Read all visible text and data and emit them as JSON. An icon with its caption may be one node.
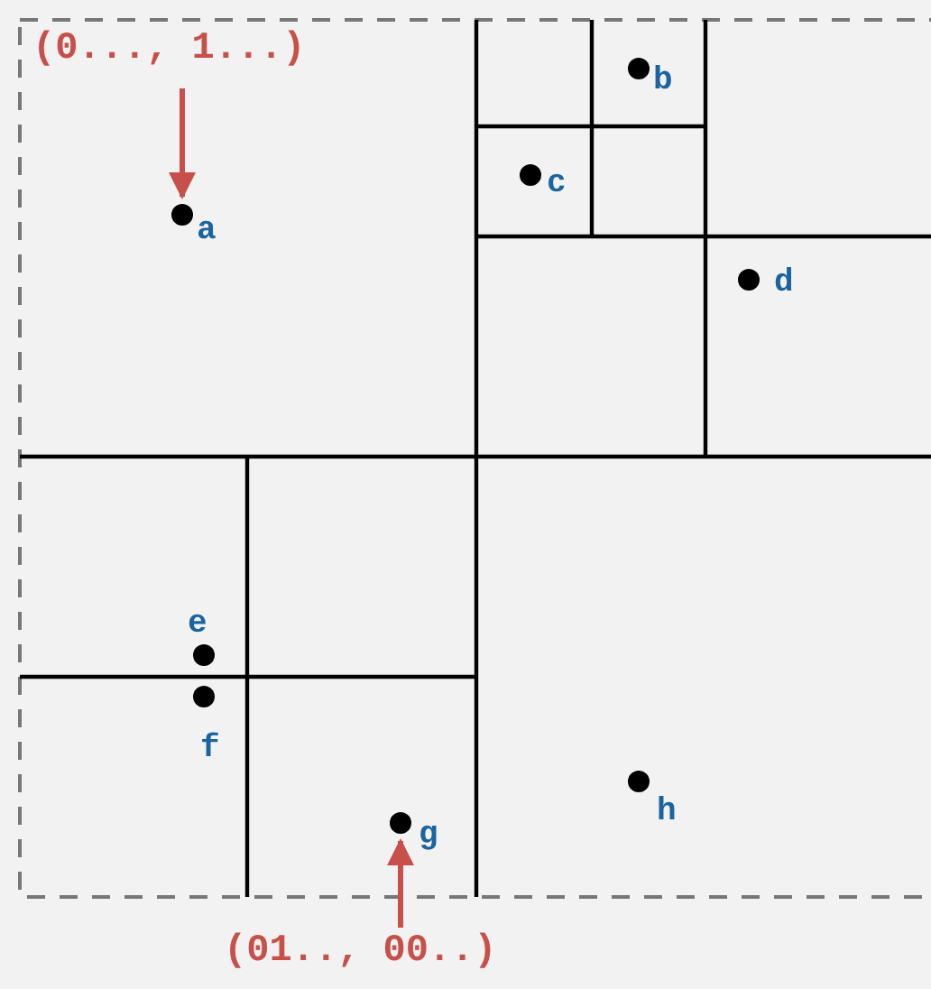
{
  "diagram": {
    "nodes": [
      {
        "text": [
          "(0..., 1...)"
        ]
      },
      {
        "text": [],
        "shape": "circle",
        "beside": [
          "a"
        ]
      },
      {
        "text": [],
        "shape": "circle",
        "beside": [
          "b"
        ]
      },
      {
        "text": [],
        "shape": "circle",
        "beside": [
          "c"
        ]
      },
      {
        "text": [],
        "shape": "circle",
        "beside": [
          "d"
        ]
      },
      {
        "text": [],
        "shape": "circle",
        "beside": [
          "e"
        ]
      },
      {
        "text": [],
        "shape": "circle",
        "beside": [
          "f"
        ]
      },
      {
        "text": [],
        "shape": "circle",
        "beside": [
          "g"
        ]
      },
      {
        "text": [],
        "shape": "circle",
        "beside": [
          "h"
        ]
      },
      {
        "text": [
          "(01.., 00..)"
        ]
      }
    ],
    "edges": [
      {
        "from": 0,
        "to": 1,
        "arrow": "to"
      },
      {
        "from": 9,
        "to": 7,
        "arrow": "to"
      }
    ]
  }
}
